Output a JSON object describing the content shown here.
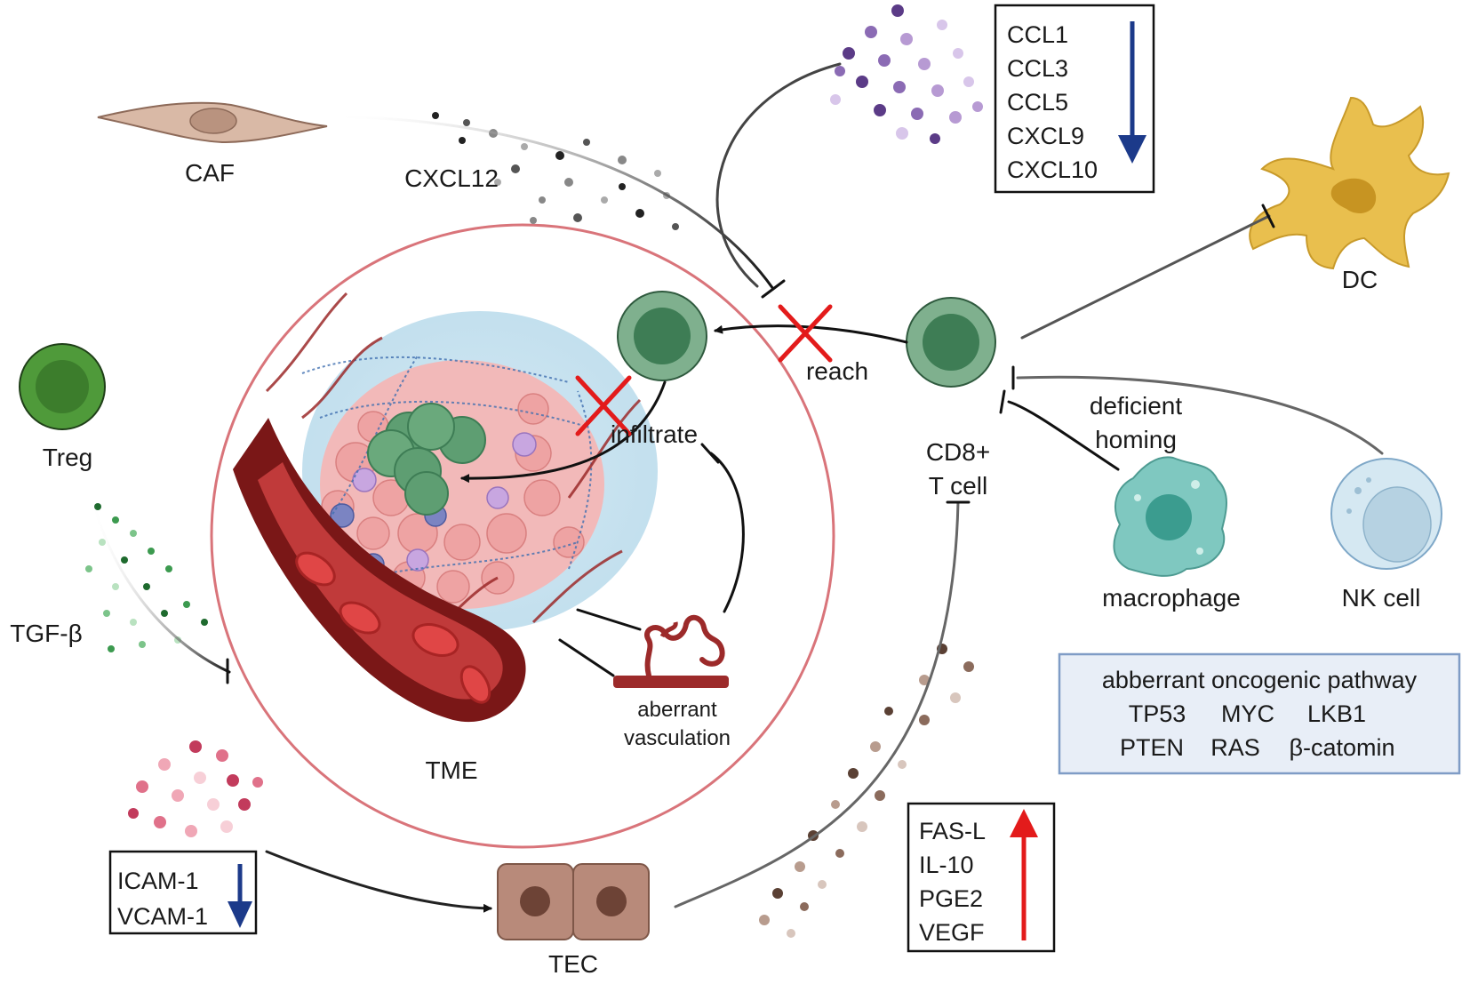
{
  "labels": {
    "caf": "CAF",
    "cxcl12": "CXCL12",
    "treg": "Treg",
    "tgfb": "TGF-β",
    "tme": "TME",
    "infiltrate": "infiltrate",
    "reach": "reach",
    "cd8_line1": "CD8+",
    "cd8_line2": "T cell",
    "dc": "DC",
    "deficient_line1": "deficient",
    "deficient_line2": "homing",
    "macrophage": "macrophage",
    "nk_cell": "NK cell",
    "aberrant_line1": "aberrant",
    "aberrant_line2": "vasculation",
    "tec": "TEC"
  },
  "chemokine_box": {
    "items": [
      "CCL1",
      "CCL3",
      "CCL5",
      "CXCL9",
      "CXCL10"
    ],
    "arrow_direction": "down",
    "arrow_color": "#1c3a8a"
  },
  "oncogenic_box": {
    "title": "abberrant oncogenic pathway",
    "row1": [
      "TP53",
      "MYC",
      "LKB1"
    ],
    "row2": [
      "PTEN",
      "RAS",
      "β-catomin"
    ],
    "fill": "#e8eef7",
    "border": "#7f9cc6"
  },
  "adhesion_box": {
    "items": [
      "ICAM-1",
      "VCAM-1"
    ],
    "arrow_direction": "down",
    "arrow_color": "#1c3a8a"
  },
  "factor_box": {
    "items": [
      "FAS-L",
      "IL-10",
      "PGE2",
      "VEGF"
    ],
    "arrow_direction": "up",
    "arrow_color": "#e31b1b"
  },
  "colors": {
    "tme_ring": "#d9747a",
    "block_x": "#e31b1b",
    "t_cell": "#5e9e72",
    "t_cell_dark": "#3e7d55",
    "treg": "#4f9a3a",
    "dc": "#e9bf4e",
    "macrophage": "#7fc8c0",
    "nk": "#d5e8f2",
    "caf": "#d9b9a6",
    "tec": "#b88a7a",
    "vessel": "#8c1f1f",
    "rbc": "#e04646"
  }
}
